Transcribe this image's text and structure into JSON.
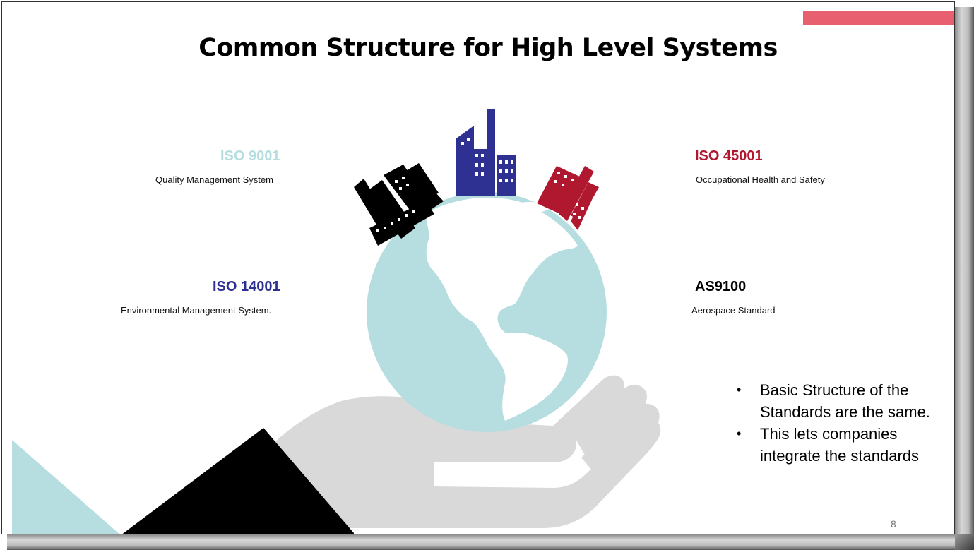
{
  "slide": {
    "title": "Common Structure for High Level Systems",
    "page_number": "8",
    "standards": [
      {
        "name": "ISO 9001",
        "description": "Quality Management System",
        "color": "#b6dde0"
      },
      {
        "name": "ISO 14001",
        "description": "Environmental Management System.",
        "color": "#2e3192"
      },
      {
        "name": "ISO 45001",
        "description": "Occupational Health and Safety",
        "color": "#b0182f"
      },
      {
        "name": "AS9100",
        "description": "Aerospace Standard",
        "color": "#000000"
      }
    ],
    "bullets": [
      "Basic Structure of the Standards are the same.",
      "This lets companies integrate the standards"
    ]
  },
  "colors": {
    "accent": "#e8606f",
    "globe": "#b6dde0",
    "hand": "#d9d9d9",
    "buildings_blue": "#2e3192",
    "buildings_red": "#b0182f",
    "buildings_black": "#000000"
  },
  "icons": [
    "globe-icon",
    "hand-icon",
    "city-buildings-icon"
  ]
}
